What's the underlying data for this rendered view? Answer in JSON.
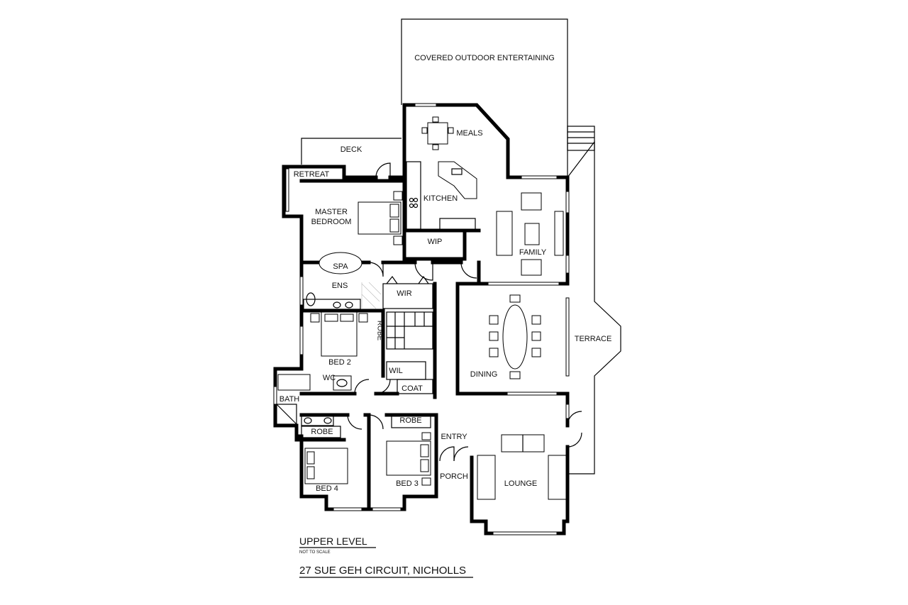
{
  "rooms": {
    "covered_outdoor": "COVERED OUTDOOR ENTERTAINING",
    "meals": "MEALS",
    "deck": "DECK",
    "retreat": "RETREAT",
    "kitchen": "KITCHEN",
    "master_bedroom_line1": "MASTER",
    "master_bedroom_line2": "BEDROOM",
    "wip": "WIP",
    "family": "FAMILY",
    "spa": "SPA",
    "ens": "ENS",
    "wir": "WIR",
    "robe_vertical": "ROBE",
    "terrace": "TERRACE",
    "bed2": "BED 2",
    "wil": "WIL",
    "dining": "DINING",
    "wc": "WC",
    "coat": "COAT",
    "bath": "BATH",
    "robe_bed4": "ROBE",
    "robe_bed3": "ROBE",
    "entry": "ENTRY",
    "bed4": "BED 4",
    "bed3": "BED 3",
    "porch": "PORCH",
    "lounge": "LOUNGE"
  },
  "footer": {
    "level_title": "UPPER LEVEL",
    "scale_note": "NOT TO SCALE",
    "address": "27 SUE GEH CIRCUIT, NICHOLLS"
  }
}
